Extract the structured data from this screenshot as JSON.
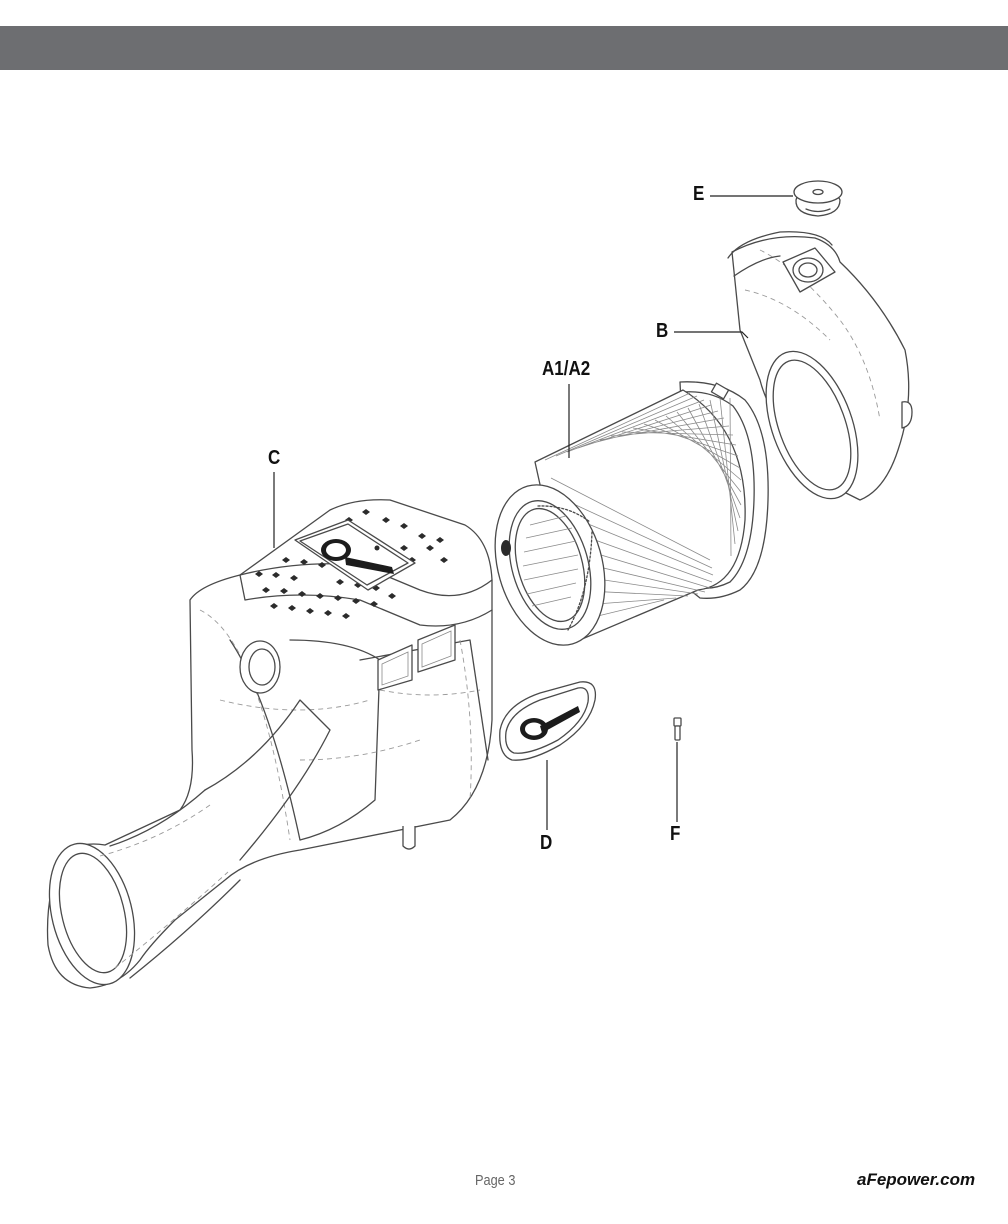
{
  "callouts": {
    "e": "E",
    "b": "B",
    "a": "A1/A2",
    "c": "C",
    "d": "D",
    "f": "F"
  },
  "footer": {
    "page": "Page 3",
    "site": "aFepower.com"
  },
  "colors": {
    "header_bar": "#6d6e71",
    "line": "#4a4a4a"
  },
  "icons": [
    "afe-power-logo"
  ]
}
